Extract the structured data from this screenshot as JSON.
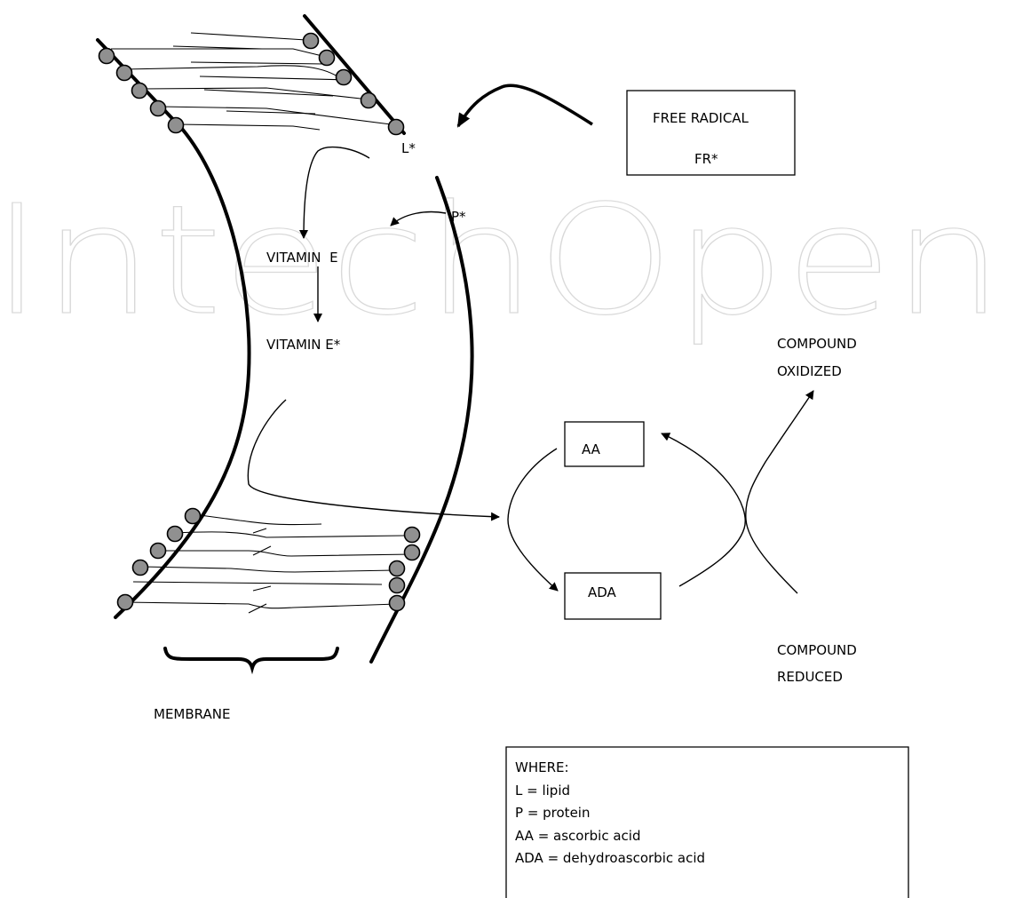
{
  "watermark": "IntechOpen",
  "labels": {
    "free_radical_title": "FREE RADICAL",
    "free_radical_symbol": "FR*",
    "lipid_radical": "L*",
    "protein_radical": "P*",
    "vitamin_e": "VITAMIN  E",
    "vitamin_e_radical": "VITAMIN E*",
    "ascorbic_acid": "AA",
    "dehydroascorbic_acid": "ADA",
    "compound_oxidized_line1": "COMPOUND",
    "compound_oxidized_line2": "OXIDIZED",
    "compound_reduced_line1": "COMPOUND",
    "compound_reduced_line2": "REDUCED",
    "membrane": "MEMBRANE"
  },
  "legend": {
    "title": "WHERE:",
    "entries": [
      "L = lipid",
      "P = protein",
      "AA = ascorbic acid",
      "ADA = dehydroascorbic acid"
    ]
  },
  "colors": {
    "lipid_head": "#909090",
    "line": "#000000",
    "watermark": "#d9d9d9"
  }
}
